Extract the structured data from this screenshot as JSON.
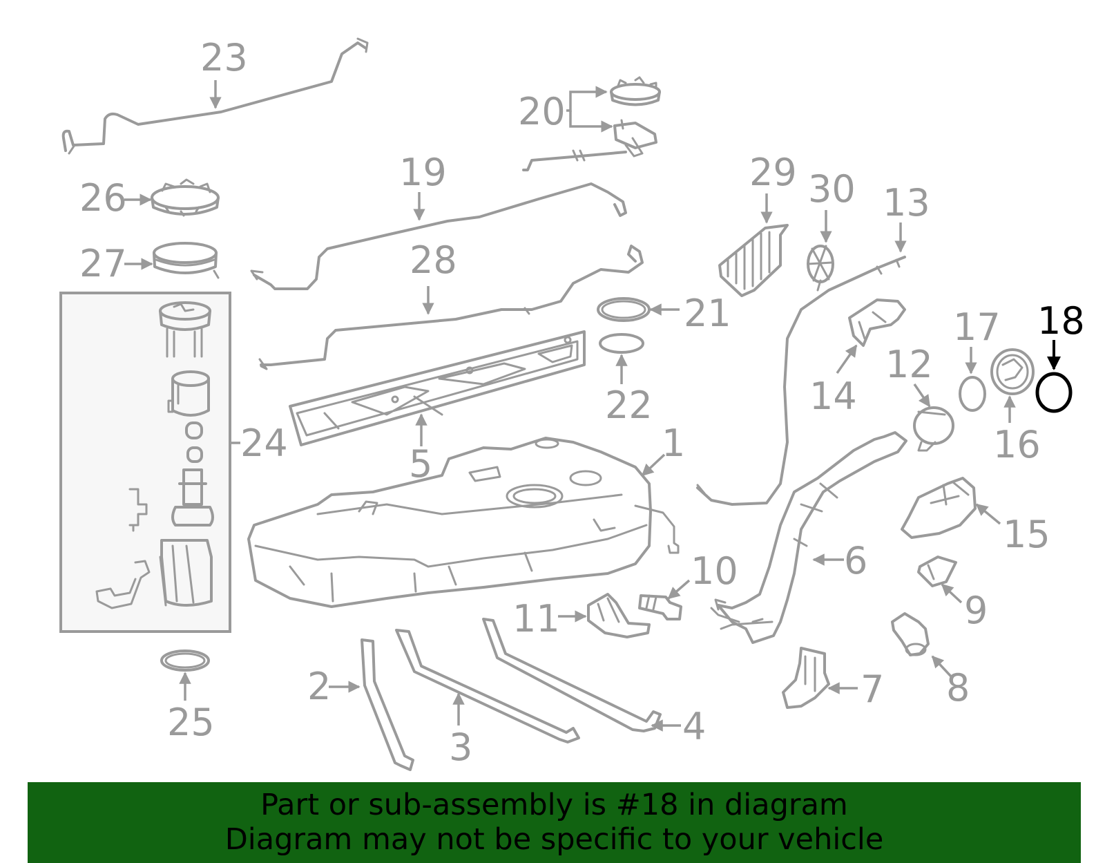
{
  "callouts": {
    "c1": "1",
    "c2": "2",
    "c3": "3",
    "c4": "4",
    "c5": "5",
    "c6": "6",
    "c7": "7",
    "c8": "8",
    "c9": "9",
    "c10": "10",
    "c11": "11",
    "c12": "12",
    "c13": "13",
    "c14": "14",
    "c15": "15",
    "c16": "16",
    "c17": "17",
    "c18": "18",
    "c19": "19",
    "c20": "20",
    "c21": "21",
    "c22": "22",
    "c23": "23",
    "c24": "24",
    "c25": "25",
    "c26": "26",
    "c27": "27",
    "c28": "28",
    "c29": "29",
    "c30": "30"
  },
  "highlighted_part": "18",
  "colors": {
    "part_stroke": "#9a9a9a",
    "highlight": "#000000",
    "banner_bg": "#116311",
    "banner_text": "#000000"
  },
  "banner": {
    "line1": "Part or sub-assembly is #18 in diagram",
    "line2": "Diagram may not be specific to your vehicle"
  }
}
